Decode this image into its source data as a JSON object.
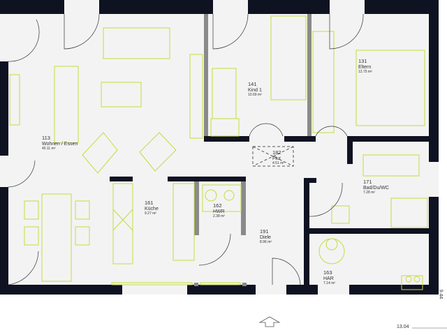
{
  "plan": {
    "rooms": [
      {
        "number": "113",
        "name": "Wohnen / Essen",
        "area": "40.11 m²"
      },
      {
        "number": "141",
        "name": "Kind 1",
        "area": "10.69 m²"
      },
      {
        "number": "131",
        "name": "Eltern",
        "area": "12.75 m²"
      },
      {
        "number": "182",
        "name": "Flur",
        "area": "4.51 m²"
      },
      {
        "number": "161",
        "name": "Küche",
        "area": "9.27 m²"
      },
      {
        "number": "162",
        "name": "HWR",
        "area": "2.38 m²"
      },
      {
        "number": "191",
        "name": "Diele",
        "area": "8.96 m²"
      },
      {
        "number": "171",
        "name": "Bad/Du/WC",
        "area": "7.28 m²"
      },
      {
        "number": "163",
        "name": "HAR",
        "area": "7.14 m²"
      }
    ],
    "dimensions": {
      "width": "13.04",
      "depth": "9.44"
    },
    "colors": {
      "wall": "#0f1221",
      "partition": "#8a8a8a",
      "furniture": "#c6dc3c",
      "floor": "#f3f3f3"
    }
  }
}
